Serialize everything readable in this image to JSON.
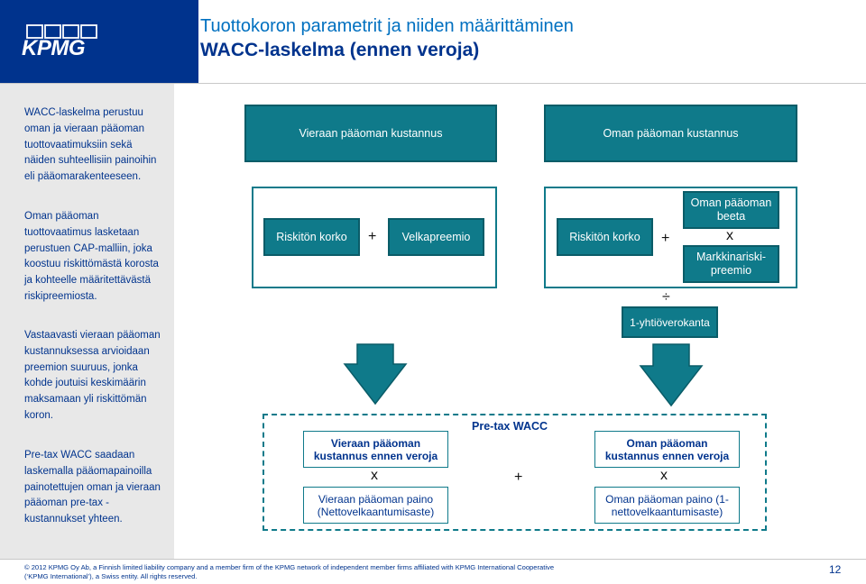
{
  "header": {
    "logo_text": "KPMG",
    "title_line1": "Tuottokoron parametrit ja niiden määrittäminen",
    "title_line2": "WACC-laskelma (ennen veroja)"
  },
  "sidebar": {
    "paragraphs": [
      "WACC-laskelma perustuu oman ja vieraan pääoman tuottovaatimuksiin sekä näiden suhteellisiin painoihin eli pääomarakenteeseen.",
      "Oman pääoman tuottovaatimus lasketaan perustuen CAP-malliin, joka koostuu riskittömästä korosta ja kohteelle määritettävästä riskipreemiosta.",
      "Vastaavasti vieraan pääoman kustannuksessa arvioidaan preemion suuruus, jonka kohde joutuisi keskimäärin maksamaan yli riskittömän koron.",
      "Pre-tax WACC saadaan laskemalla pääomapainoilla painotettujen oman ja vieraan pääoman pre-tax -kustannukset yhteen."
    ]
  },
  "diagram": {
    "debt_cost_header": "Vieraan pääoman kustannus",
    "equity_cost_header": "Oman pääoman kustannus",
    "debt": {
      "risk_free": "Riskitön korko",
      "plus": "+",
      "premium": "Velkapreemio"
    },
    "equity": {
      "risk_free": "Riskitön korko",
      "plus": "+",
      "beta": "Oman pääoman beeta",
      "times": "x",
      "market_premium": "Markkinariski-preemio"
    },
    "divide": "÷",
    "tax_factor": "1-yhtiöverokanta",
    "pretax": {
      "label": "Pre-tax WACC",
      "debt_pretax": "Vieraan pääoman kustannus ennen veroja",
      "debt_times": "x",
      "debt_weight": "Vieraan pääoman paino (Nettovelkaantumisaste)",
      "plus": "+",
      "equity_pretax": "Oman pääoman kustannus ennen veroja",
      "equity_times": "x",
      "equity_weight": "Oman pääoman paino (1-nettovelkaantumisaste)"
    }
  },
  "footer": {
    "copyright_line1": "© 2012 KPMG Oy Ab, a Finnish limited liability company and a member firm of the KPMG network of independent member firms affiliated with KPMG International Cooperative",
    "copyright_line2": "(‘KPMG International’), a Swiss entity.  All rights reserved.",
    "page_number": "12"
  },
  "colors": {
    "brand_blue": "#00338d",
    "teal": "#0f7a8a",
    "title_blue": "#0070c0",
    "sidebar_bg": "#e8e8e8"
  }
}
